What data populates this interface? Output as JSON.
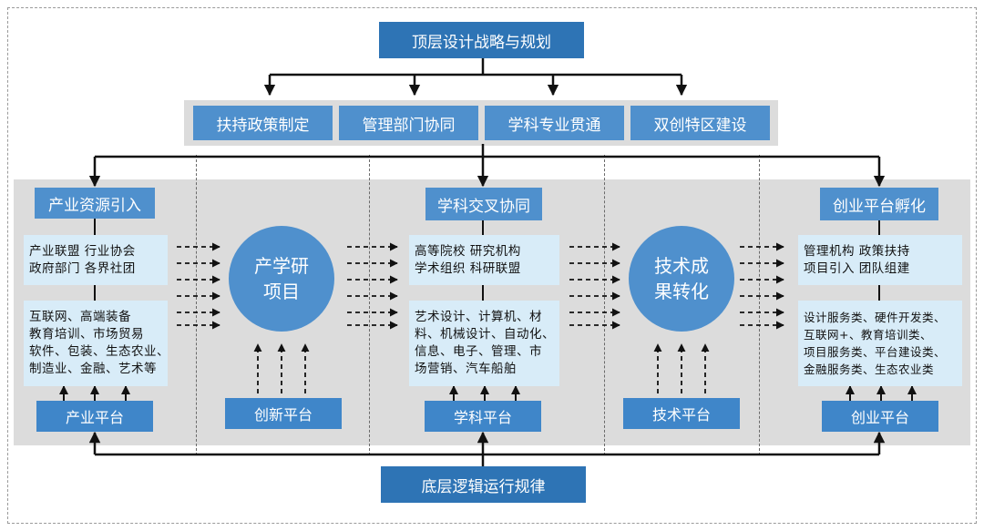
{
  "top": "顶层设计战略与规划",
  "bottom": "底层逻辑运行规律",
  "layer2": [
    "扶持政策制定",
    "管理部门协同",
    "学科专业贯通",
    "双创特区建设"
  ],
  "col1": {
    "title": "产业资源引入",
    "box1": [
      "产业联盟  行业协会",
      "政府部门  各界社团"
    ],
    "box2": [
      "互联网、高端装备",
      "教育培训、市场贸易",
      "软件、包装、生态农业、",
      "制造业、金融、艺术等"
    ],
    "platform": "产业平台"
  },
  "col2": {
    "circle": [
      "产学研",
      "项目"
    ],
    "platform": "创新平台"
  },
  "col3": {
    "title": "学科交叉协同",
    "box1": [
      "高等院校  研究机构",
      "学术组织  科研联盟"
    ],
    "box2": [
      "艺术设计、计算机、材",
      "料、机械设计、自动化、",
      "信息、电子、管理、市",
      "场营销、汽车船舶"
    ],
    "platform": "学科平台"
  },
  "col4": {
    "circle": [
      "技术成",
      "果转化"
    ],
    "platform": "技术平台"
  },
  "col5": {
    "title": "创业平台孵化",
    "box1": [
      "管理机构  政策扶持",
      "项目引入  团队组建"
    ],
    "box2": [
      "设计服务类、硬件开发类、",
      "互联网+、教育培训类、",
      "项目服务类、平台建设类、",
      "金融服务类、生态农业类"
    ],
    "platform": "创业平台"
  }
}
